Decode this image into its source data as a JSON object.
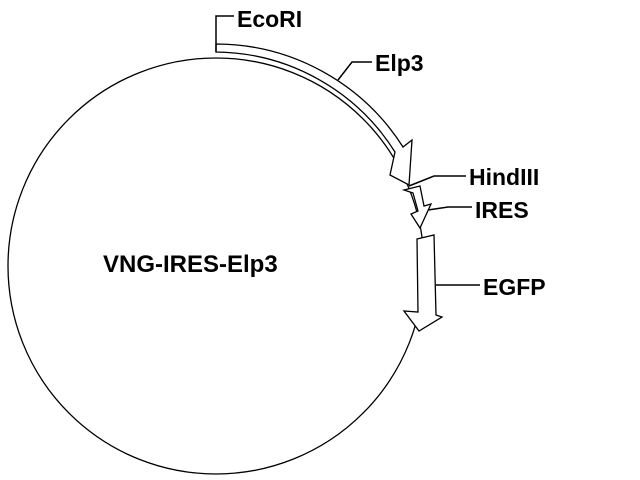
{
  "plasmid": {
    "name": "VNG-IRES-Elp3",
    "backbone_color": "#000000",
    "feature_fill": "#ffffff"
  },
  "sites": {
    "ecori": "EcoRI",
    "hindiii": "HindIII"
  },
  "features": {
    "elp3": "Elp3",
    "ires": "IRES",
    "egfp": "EGFP"
  }
}
